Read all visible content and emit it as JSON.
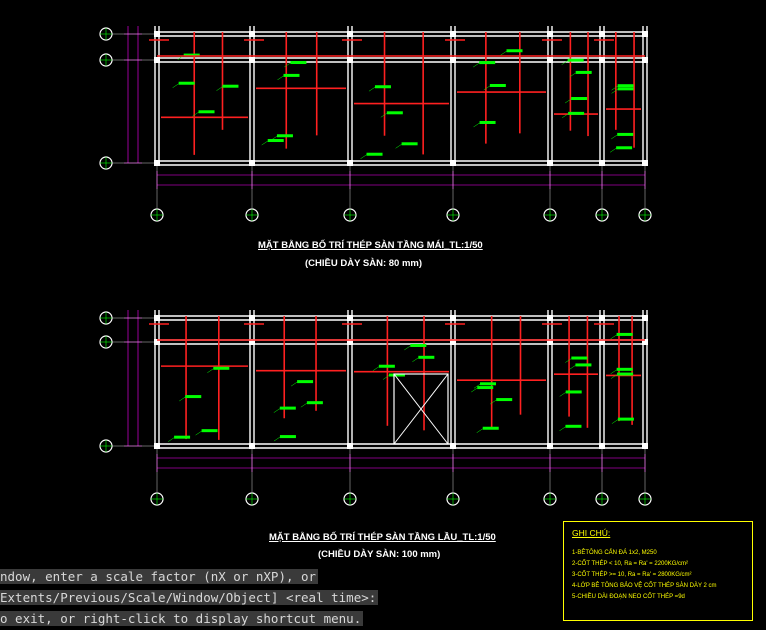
{
  "plan_top": {
    "title": "MẶT BẰNG BỐ TRÍ THÉP SÀN TẦNG MÁI_TL:1/50",
    "subtitle": "(CHIỀU DÀY SÀN: 80 mm)"
  },
  "plan_bottom": {
    "title": "MẶT BẰNG BỐ TRÍ THÉP SÀN TẦNG LẦU_TL:1/50",
    "subtitle": "(CHIỀU DÀY SÀN: 100 mm)"
  },
  "notes": {
    "title": "GHI CHÚ:",
    "lines": [
      "1-BÊTÔNG CẤN ĐÁ 1x2, M250",
      "2-CỐT THÉP  < 10, Ra = Ra' = 2200KG/cm²",
      "3-CỐT THÉP  >= 10, Ra = Ra' = 2800KG/cm²",
      "4-LỚP BÊ TÔNG BẢO VỆ CỐT THÉP SÀN DÀY 2 cm",
      "5-CHIỀU DÀI ĐOẠN NEO CỐT THÉP =9d"
    ]
  },
  "command_line": {
    "line1": "ndow, enter a scale factor (nX or nXP), or",
    "line2": "Extents/Previous/Scale/Window/Object] <real time>:",
    "line3": "o exit, or right-click to display shortcut menu."
  },
  "colors": {
    "background": "#000000",
    "structure": "#ffffff",
    "rebar": "#ff2020",
    "labels": "#00ff00",
    "dimensions": "#ff00ff",
    "notes": "#ffff00"
  }
}
